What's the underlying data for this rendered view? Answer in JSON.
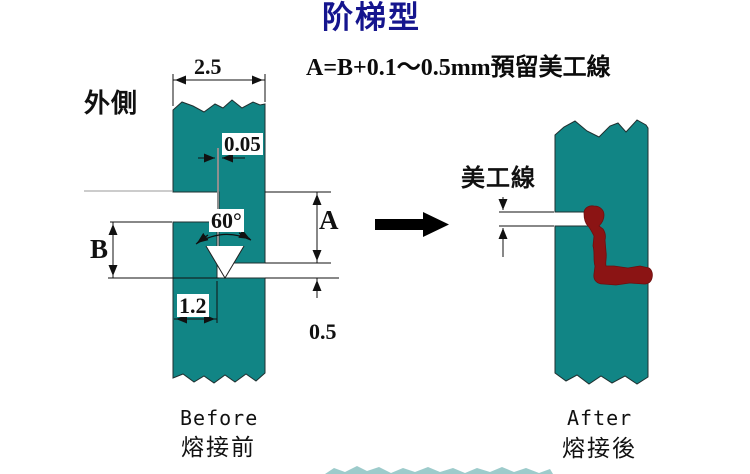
{
  "title": {
    "text": "阶梯型",
    "color": "#15158e"
  },
  "formula": "A=B+0.1～0.5mm預留美工線",
  "colors": {
    "material_teal": "#118585",
    "weld_red": "#8b1414",
    "title_blue": "#15158e"
  },
  "before_figure": {
    "outer_side_label": "外側",
    "dimensions": {
      "top_width": "2.5",
      "joint_gap": "0.05",
      "groove_angle": "60°",
      "upper_step": "A",
      "lower_step": "B",
      "bottom_width": "1.2",
      "slot_height": "0.5"
    },
    "caption_en": "Before",
    "caption_zh": "熔接前"
  },
  "after_figure": {
    "groove_label": "美工線",
    "caption_en": "After",
    "caption_zh": "熔接後"
  }
}
